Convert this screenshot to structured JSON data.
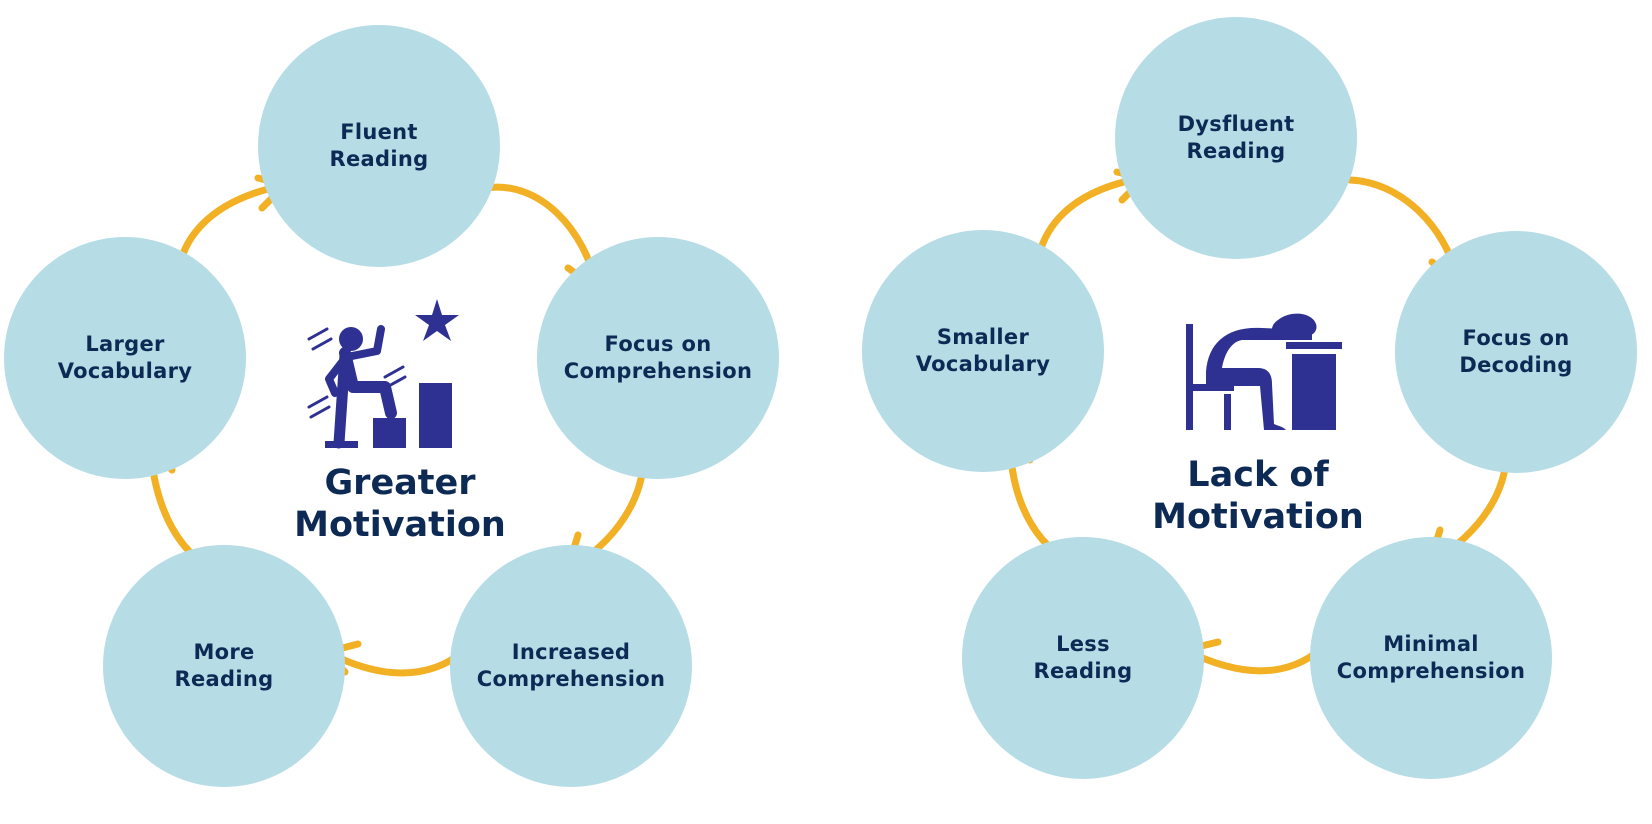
{
  "colors": {
    "circle": "#b6dce6",
    "text": "#0d2a55",
    "icon": "#2e3191",
    "arrow": "#f2b024"
  },
  "left_cycle": {
    "title_line1": "Greater",
    "title_line2": "Motivation",
    "icon": "stair-climb-star-icon",
    "nodes": [
      {
        "line1": "Fluent",
        "line2": "Reading"
      },
      {
        "line1": "Focus on",
        "line2": "Comprehension"
      },
      {
        "line1": "Increased",
        "line2": "Comprehension"
      },
      {
        "line1": "More",
        "line2": "Reading"
      },
      {
        "line1": "Larger",
        "line2": "Vocabulary"
      }
    ]
  },
  "right_cycle": {
    "title_line1": "Lack of",
    "title_line2": "Motivation",
    "icon": "tired-student-at-desk-icon",
    "nodes": [
      {
        "line1": "Dysfluent",
        "line2": "Reading"
      },
      {
        "line1": "Focus on",
        "line2": "Decoding"
      },
      {
        "line1": "Minimal",
        "line2": "Comprehension"
      },
      {
        "line1": "Less",
        "line2": "Reading"
      },
      {
        "line1": "Smaller",
        "line2": "Vocabulary"
      }
    ]
  }
}
